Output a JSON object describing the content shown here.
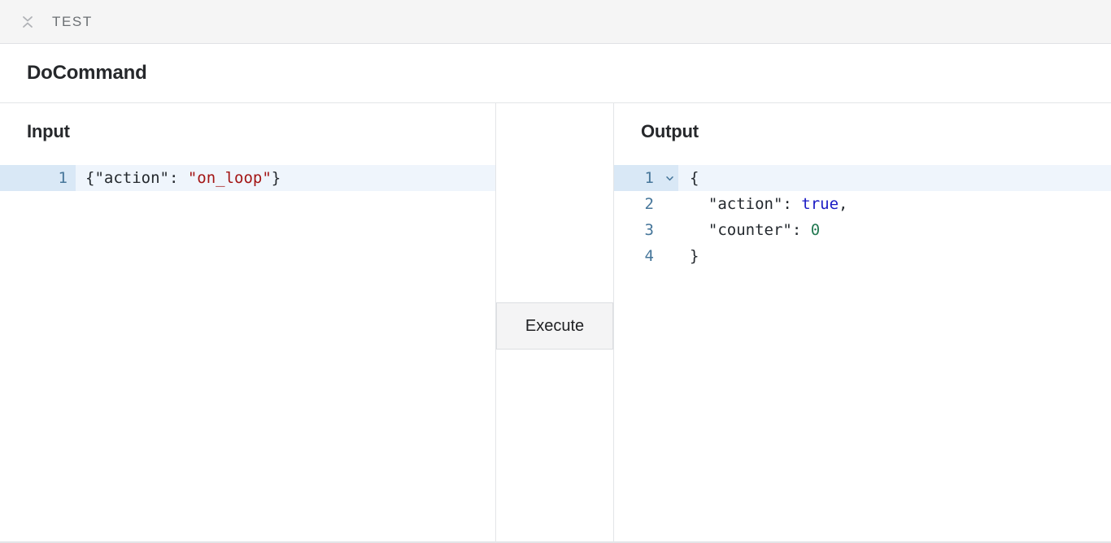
{
  "topbar": {
    "collapse_icon": "collapse-chevrons-icon",
    "title": "TEST"
  },
  "command": {
    "title": "DoCommand"
  },
  "input_pane": {
    "heading": "Input",
    "lines": [
      {
        "number": "1",
        "active": true,
        "tokens": [
          {
            "text": "{\"action\": ",
            "type": "punct"
          },
          {
            "text": "\"on_loop\"",
            "type": "str"
          },
          {
            "text": "}",
            "type": "punct"
          }
        ]
      }
    ]
  },
  "middle_pane": {
    "execute_label": "Execute"
  },
  "output_pane": {
    "heading": "Output",
    "lines": [
      {
        "number": "1",
        "active": true,
        "fold": "chevron-down-icon",
        "tokens": [
          {
            "text": "{",
            "type": "punct"
          }
        ]
      },
      {
        "number": "2",
        "active": false,
        "fold": "",
        "tokens": [
          {
            "text": "  \"action\": ",
            "type": "key"
          },
          {
            "text": "true",
            "type": "bool"
          },
          {
            "text": ",",
            "type": "punct"
          }
        ]
      },
      {
        "number": "3",
        "active": false,
        "fold": "",
        "tokens": [
          {
            "text": "  \"counter\": ",
            "type": "key"
          },
          {
            "text": "0",
            "type": "num"
          }
        ]
      },
      {
        "number": "4",
        "active": false,
        "fold": "",
        "tokens": [
          {
            "text": "}",
            "type": "punct"
          }
        ]
      }
    ]
  },
  "colors": {
    "topbar_bg": "#f5f5f5",
    "divider": "#e3e5e8",
    "line_highlight": "#eff5fc",
    "gutter_highlight": "#d9e8f6",
    "line_number": "#46769a",
    "string": "#a31515",
    "boolean": "#1a1ac4",
    "number": "#247a52",
    "button_bg": "#f4f4f5"
  }
}
